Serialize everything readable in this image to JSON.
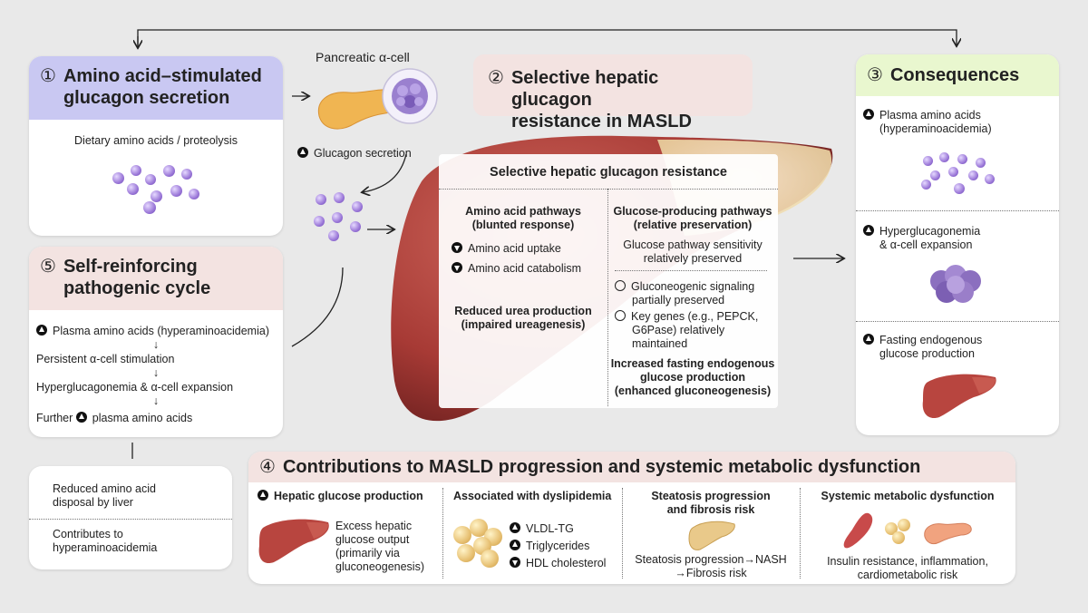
{
  "panel1": {
    "number": "①",
    "title_line1": "Amino acid–stimulated",
    "title_line2": "glucagon secretion",
    "caption": "Dietary amino acids / proteolysis"
  },
  "pancreas": {
    "label": "Pancreatic α-cell",
    "secretion": "Glucagon secretion"
  },
  "panel2": {
    "number": "②",
    "title_line1": "Selective hepatic glucagon",
    "title_line2": "resistance in MASLD"
  },
  "liver_box": {
    "title": "Selective hepatic glucagon resistance",
    "left_head1": "Amino acid pathways",
    "left_head2": "(blunted response)",
    "left_item1": "Amino acid uptake",
    "left_item2": "Amino acid catabolism",
    "left_foot1": "Reduced urea production",
    "left_foot2": "(impaired ureagenesis)",
    "right_head1": "Glucose-producing pathways",
    "right_head2": "(relative preservation)",
    "right_sens1": "Glucose pathway sensitivity",
    "right_sens2": "relatively preserved",
    "right_item1a": "Gluconeogenic signaling",
    "right_item1b": "partially preserved",
    "right_item2a": "Key genes (e.g., PEPCK,",
    "right_item2b": "G6Pase) relatively",
    "right_item2c": "maintained",
    "right_foot1": "Increased fasting endogenous",
    "right_foot2": "glucose production",
    "right_foot3": "(enhanced gluconeogenesis)"
  },
  "panel3": {
    "number": "③",
    "title": "Consequences",
    "item1a": "Plasma amino acids",
    "item1b": "(hyperaminoacidemia)",
    "item2a": "Hyperglucagonemia",
    "item2b": "& α-cell expansion",
    "item3a": "Fasting endogenous",
    "item3b": "glucose production"
  },
  "panel5": {
    "number": "⑤",
    "title_line1": "Self-reinforcing",
    "title_line2": "pathogenic cycle",
    "step1": "Plasma amino acids (hyperaminoacidemia)",
    "step2": "Persistent α-cell stimulation",
    "step3": "Hyperglucagonemia & α-cell expansion",
    "step4": "plasma amino acids",
    "step4_prefix": "Further",
    "down_arrow": "↓"
  },
  "side_box": {
    "line1a": "Reduced amino acid",
    "line1b": "disposal by liver",
    "line2a": "Contributes to",
    "line2b": "hyperaminoacidemia"
  },
  "panel4": {
    "number": "④",
    "title": "Contributions to MASLD progression and systemic metabolic dysfunction",
    "col1_head": "Hepatic glucose production",
    "col1_text1": "Excess hepatic",
    "col1_text2": "glucose output",
    "col1_text3": "(primarily via",
    "col1_text4": "gluconeogenesis)",
    "col2_head": "Associated with dyslipidemia",
    "col2_item1": "VLDL-TG",
    "col2_item2": "Triglycerides",
    "col2_item3": "HDL cholesterol",
    "col3_head1": "Steatosis progression",
    "col3_head2": "and fibrosis risk",
    "col3_text1": "Steatosis progression→NASH",
    "col3_text2": "→Fibrosis risk",
    "col4_head": "Systemic metabolic dysfunction",
    "col4_text1": "Insulin resistance, inflammation,",
    "col4_text2": "cardiometabolic risk"
  },
  "colors": {
    "panel1_header": "#c9c8f2",
    "panel2_header": "#f3e3e1",
    "panel3_header": "#e9f7cf",
    "panel4_header": "#f3e3e1",
    "panel5_header": "#f3e3e1",
    "liver": "#b8453f"
  },
  "icons": [
    "arrow-up-icon",
    "arrow-down-icon",
    "open-circle-icon",
    "amino-acid-molecules-icon",
    "pancreas-icon",
    "liver-icon",
    "alpha-cell-cluster-icon",
    "fat-droplets-icon",
    "muscle-icon"
  ]
}
